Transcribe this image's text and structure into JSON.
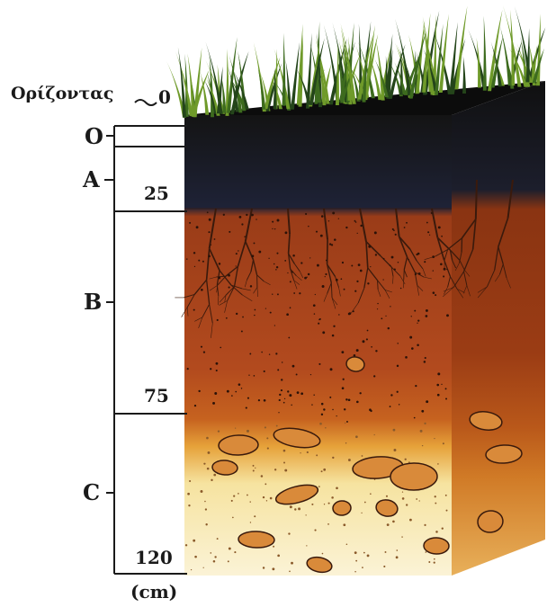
{
  "diagram": {
    "horizons_heading": "Ορίζοντας",
    "horizons": [
      {
        "name": "O"
      },
      {
        "name": "A"
      },
      {
        "name": "B"
      },
      {
        "name": "C"
      }
    ],
    "depths": [
      "0",
      "25",
      "75",
      "120"
    ],
    "unit": "(cm)"
  },
  "colors": {
    "grass": "#3d6b1e",
    "o_horizon": "#141414",
    "a_horizon": "#22263a",
    "b_horizon": "#a9441c",
    "b_side": "#8a3412",
    "transition": "#d9862f",
    "c_horizon": "#f4e6a8",
    "c_side": "#c9701f",
    "rock": "#d98a3a",
    "root": "#3a1a0c"
  }
}
